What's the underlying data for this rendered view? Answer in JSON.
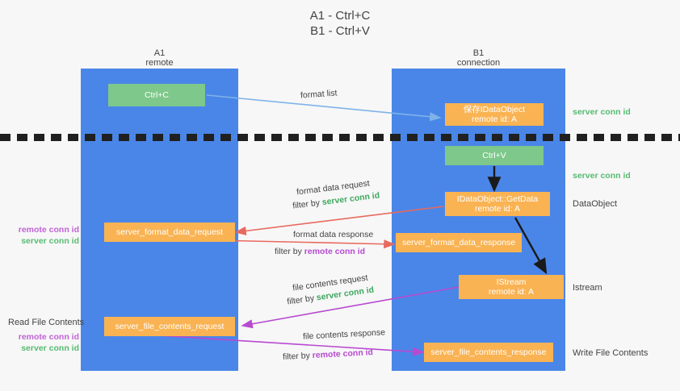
{
  "title": "A1 - Ctrl+C\nB1 - Ctrl+V",
  "colors": {
    "lane": "#4a86e8",
    "green_box": "#7dc88a",
    "orange_box": "#f9b353",
    "server_conn": "#57bb72",
    "remote_conn": "#c163d6",
    "red_arrow": "#e8695f",
    "purple_arrow": "#b74ad0",
    "blue_arrow": "#7fb3e8",
    "black_arrow": "#1a1a1a",
    "background": "#f7f7f7"
  },
  "columns": [
    {
      "name": "A1",
      "sub": "remote"
    },
    {
      "name": "B1",
      "sub": "connection"
    }
  ],
  "boxes": {
    "ctrl_c": "Ctrl+C",
    "ctrl_v": "Ctrl+V",
    "idataobject_create": "保存IDataObject\nremote id: A",
    "idataobject_getdata": "IDataObject::GetData\nremote id: A",
    "istream": "IStream\nremote id: A",
    "server_format_data_request": "server_format_data_request",
    "server_format_data_response": "server_format_data_response",
    "server_file_contents_request": "server_file_contents_request",
    "server_file_contents_response": "server_file_contents_response"
  },
  "arrow_labels": {
    "format_list": "format list",
    "format_data_request": "format data request",
    "format_data_request_filter_prefix": "filter by ",
    "format_data_request_filter_value": "server conn id",
    "format_data_response": "format data response",
    "format_data_response_filter_prefix": "filter by ",
    "format_data_response_filter_value": "remote conn id",
    "file_contents_request": "file contents request",
    "file_contents_request_filter_prefix": "filter by ",
    "file_contents_request_filter_value": "server conn id",
    "file_contents_response": "file contents response",
    "file_contents_response_filter_prefix": "filter by ",
    "file_contents_response_filter_value": "remote conn id"
  },
  "right_labels": {
    "server_conn_top": "server conn id",
    "server_conn_mid": "server conn id",
    "dataobject": "DataObject",
    "istream": "Istream",
    "write_file_contents": "Write File Contents"
  },
  "left_labels": {
    "group1_remote": "remote conn id",
    "group1_server": "server conn id",
    "read_file_contents": "Read File Contents",
    "group2_remote": "remote conn id",
    "group2_server": "server conn id"
  }
}
